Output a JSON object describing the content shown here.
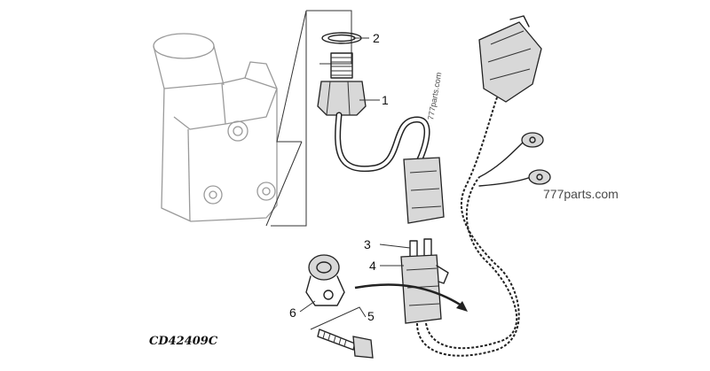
{
  "diagram": {
    "drawing_code": "CD42409C",
    "callouts": [
      {
        "id": "1",
        "label": "1"
      },
      {
        "id": "2",
        "label": "2"
      },
      {
        "id": "3",
        "label": "3"
      },
      {
        "id": "4",
        "label": "4"
      },
      {
        "id": "5",
        "label": "5"
      },
      {
        "id": "6",
        "label": "6"
      }
    ],
    "watermarks": [
      {
        "text": "777parts.com"
      },
      {
        "text": "777parts.com"
      }
    ]
  }
}
